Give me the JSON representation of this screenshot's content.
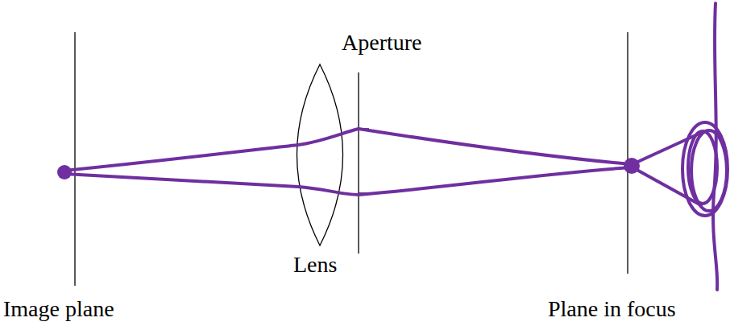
{
  "diagram": {
    "labels": [
      "Aperture",
      "Lens",
      "Image plane",
      "Plane in focus"
    ]
  }
}
